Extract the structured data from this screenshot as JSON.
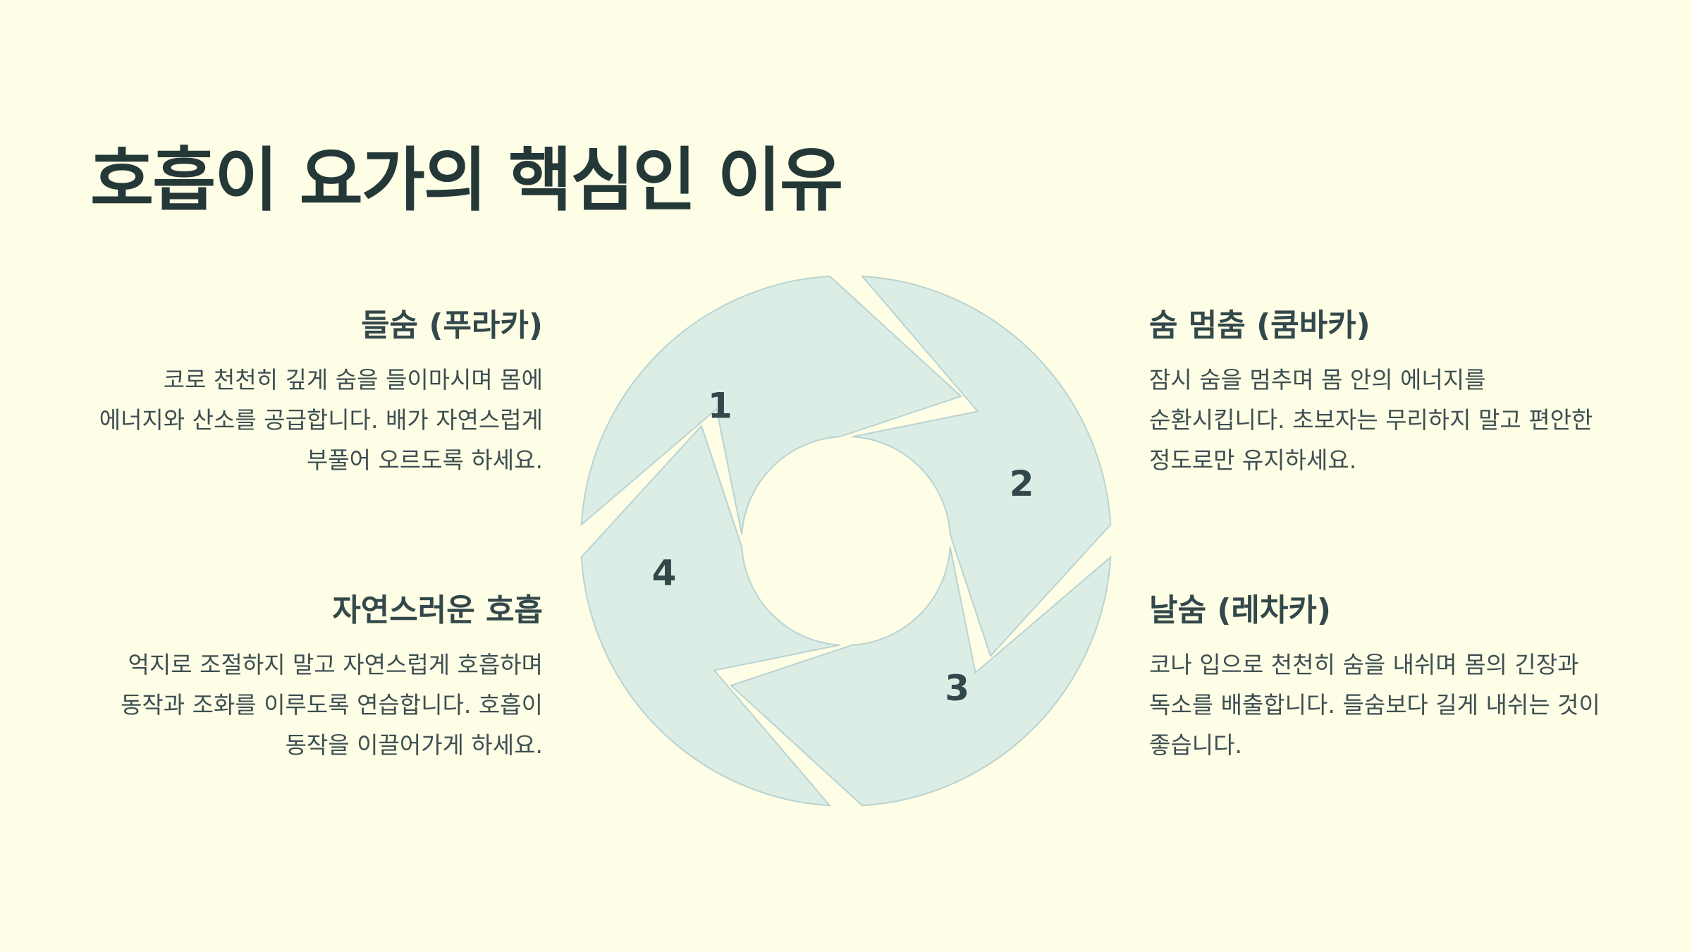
{
  "title": "호흡이 요가의 핵심인 이유",
  "diagram": {
    "type": "cycle",
    "steps": [
      {
        "number": "1",
        "heading": "들숨 (푸라카)",
        "body": "코로 천천히 깊게 숨을 들이마시며 몸에 에너지와 산소를 공급합니다. 배가 자연스럽게 부풀어 오르도록 하세요."
      },
      {
        "number": "2",
        "heading": "숨 멈춤 (쿰바카)",
        "body": "잠시 숨을 멈추며 몸 안의 에너지를 순환시킵니다. 초보자는 무리하지 말고 편안한 정도로만 유지하세요."
      },
      {
        "number": "3",
        "heading": "날숨 (레차카)",
        "body": "코나 입으로 천천히 숨을 내쉬며 몸의 긴장과 독소를 배출합니다. 들숨보다 길게 내쉬는 것이 좋습니다."
      },
      {
        "number": "4",
        "heading": "자연스러운 호흡",
        "body": "억지로 조절하지 말고 자연스럽게 호흡하며 동작과 조화를 이루도록 연습합니다. 호흡이 동작을 이끌어가게 하세요."
      }
    ],
    "colors": {
      "segment_fill": "#dcede6",
      "segment_stroke": "#b9d3d0",
      "background": "#fefde6",
      "text": "#25393a"
    }
  }
}
